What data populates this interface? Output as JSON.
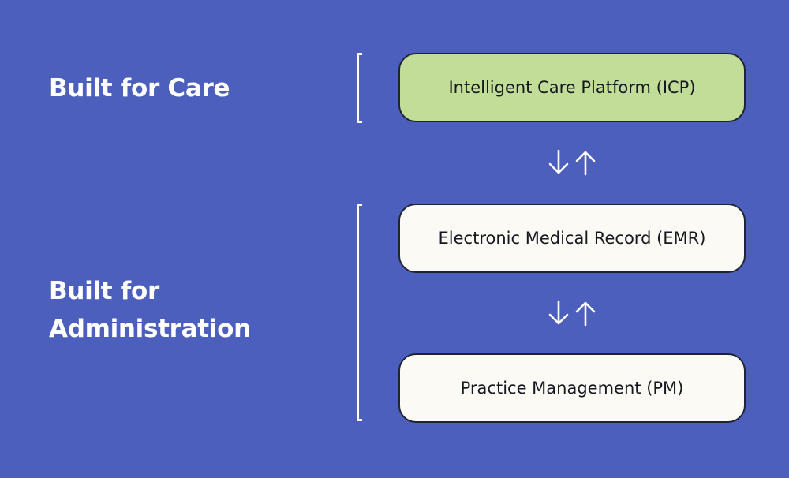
{
  "labels": {
    "care": "Built for Care",
    "admin_line1": "Built for",
    "admin_line2": "Administration"
  },
  "boxes": {
    "icp": "Intelligent Care Platform (ICP)",
    "emr": "Electronic Medical Record (EMR)",
    "pm": "Practice Management (PM)"
  },
  "colors": {
    "background": "#4d5fbd",
    "icp_fill": "#c2dd97",
    "box_fill": "#fbfaf5",
    "arrow": "#ffffff"
  }
}
